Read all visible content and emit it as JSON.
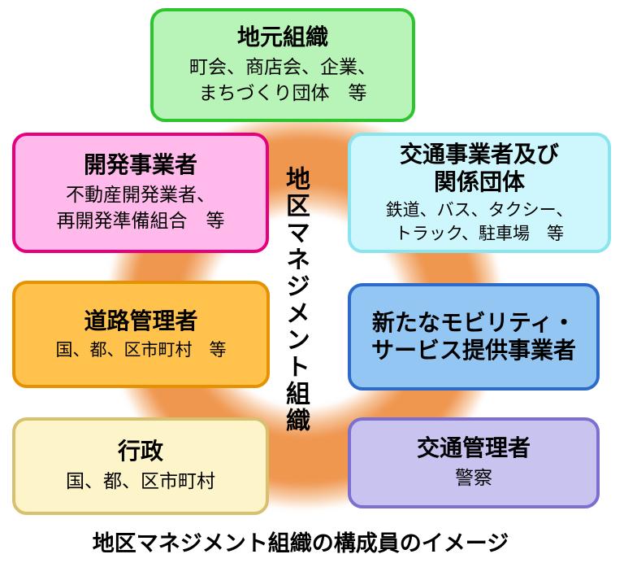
{
  "center": {
    "label": "地区マネジメント組織"
  },
  "caption": "地区マネジメント組織の構成員のイメージ",
  "colors": {
    "ring": "#EE9146",
    "local_bg": "#B8F3B8",
    "local_border": "#2EC42E",
    "developer_bg": "#FFB9EA",
    "developer_border": "#E6007E",
    "transport_bg": "#CDF6FD",
    "transport_border": "#8AE4EF",
    "road_bg": "#FFC24D",
    "road_border": "#E69100",
    "mobility_bg": "#93C6F2",
    "mobility_border": "#2E6BC8",
    "government_bg": "#FDF4C9",
    "government_border": "#D8C06E",
    "traffic_bg": "#C9C4EF",
    "traffic_border": "#7D6FD0"
  },
  "boxes": [
    {
      "id": "local-organizations",
      "title": "地元組織",
      "subtitle": "町会、商店会、企業、\nまちづくり団体　等"
    },
    {
      "id": "developers",
      "title": "開発事業者",
      "subtitle": "不動産開発業者、\n再開発準備組合　等"
    },
    {
      "id": "transport-operators",
      "title": "交通事業者及び\n関係団体",
      "subtitle": "鉄道、バス、タクシー、\nトラック、駐車場　等"
    },
    {
      "id": "road-administrators",
      "title": "道路管理者",
      "subtitle": "国、都、区市町村　等"
    },
    {
      "id": "mobility-providers",
      "title": "新たなモビリティ・\nサービス提供事業者",
      "subtitle": ""
    },
    {
      "id": "government",
      "title": "行政",
      "subtitle": "国、都、区市町村"
    },
    {
      "id": "traffic-administrators",
      "title": "交通管理者",
      "subtitle": "警察"
    }
  ]
}
